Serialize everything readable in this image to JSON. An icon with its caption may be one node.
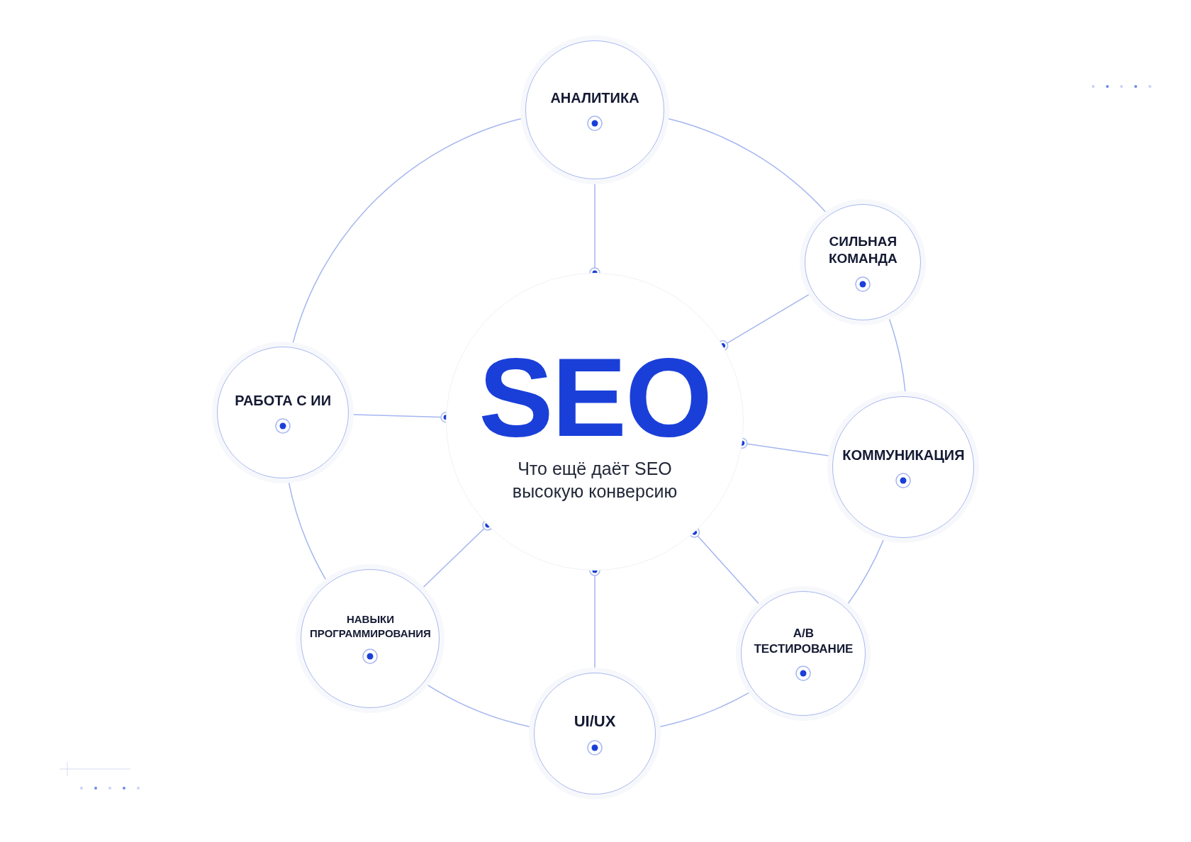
{
  "diagram": {
    "nodes": [
      {
        "text": [
          "SEO",
          "Что ещё даёт SEO высокую конверсию"
        ]
      },
      {
        "text": [
          "АНАЛИТИКА"
        ]
      },
      {
        "text": [
          "СИЛЬНАЯ КОМАНДА"
        ]
      },
      {
        "text": [
          "КОММУНИКАЦИЯ"
        ]
      },
      {
        "text": [
          "A/B ТЕСТИРОВАНИЕ"
        ]
      },
      {
        "text": [
          "UI/UX"
        ]
      },
      {
        "text": [
          "НАВЫКИ ПРОГРАММИРОВАНИЯ"
        ]
      },
      {
        "text": [
          "РАБОТА С ИИ"
        ]
      }
    ],
    "edges": [
      {
        "from": 1,
        "to": 0,
        "arrow": "other"
      },
      {
        "from": 2,
        "to": 0,
        "arrow": "other"
      },
      {
        "from": 3,
        "to": 0,
        "arrow": "other"
      },
      {
        "from": 4,
        "to": 0,
        "arrow": "other"
      },
      {
        "from": 5,
        "to": 0,
        "arrow": "other"
      },
      {
        "from": 6,
        "to": 0,
        "arrow": "other"
      },
      {
        "from": 7,
        "to": 0,
        "arrow": "other"
      },
      {
        "from": 1,
        "to": 2,
        "arrow": "none"
      },
      {
        "from": 2,
        "to": 3,
        "arrow": "none"
      },
      {
        "from": 3,
        "to": 4,
        "arrow": "none"
      },
      {
        "from": 4,
        "to": 5,
        "arrow": "none"
      },
      {
        "from": 5,
        "to": 6,
        "arrow": "none"
      },
      {
        "from": 6,
        "to": 7,
        "arrow": "none"
      },
      {
        "from": 7,
        "to": 1,
        "arrow": "none"
      }
    ]
  }
}
